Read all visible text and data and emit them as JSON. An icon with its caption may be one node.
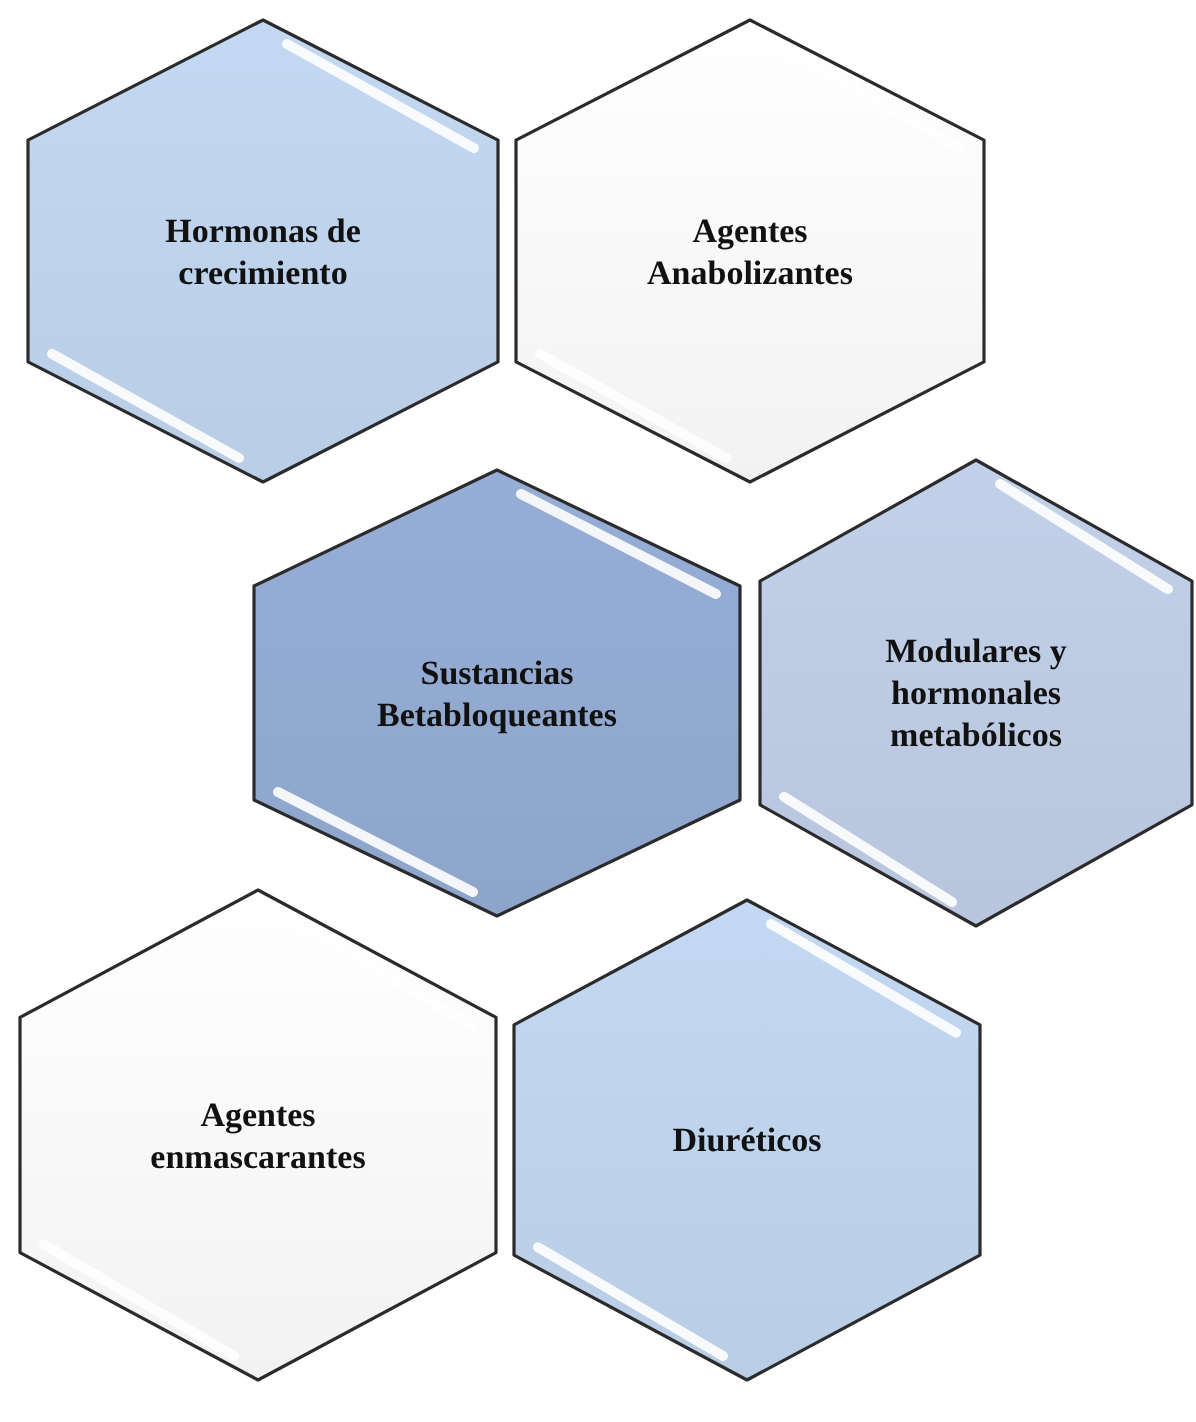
{
  "diagram": {
    "nodes": [
      {
        "text": [
          "Hormonas de crecimiento"
        ]
      },
      {
        "text": [
          "Agentes Anabolizantes"
        ]
      },
      {
        "text": [
          "Sustancias Betabloqueantes"
        ]
      },
      {
        "text": [
          "Modulares y hormonales metabólicos"
        ]
      },
      {
        "text": [
          "Agentes enmascarantes"
        ]
      },
      {
        "text": [
          "Diuréticos"
        ]
      }
    ]
  }
}
